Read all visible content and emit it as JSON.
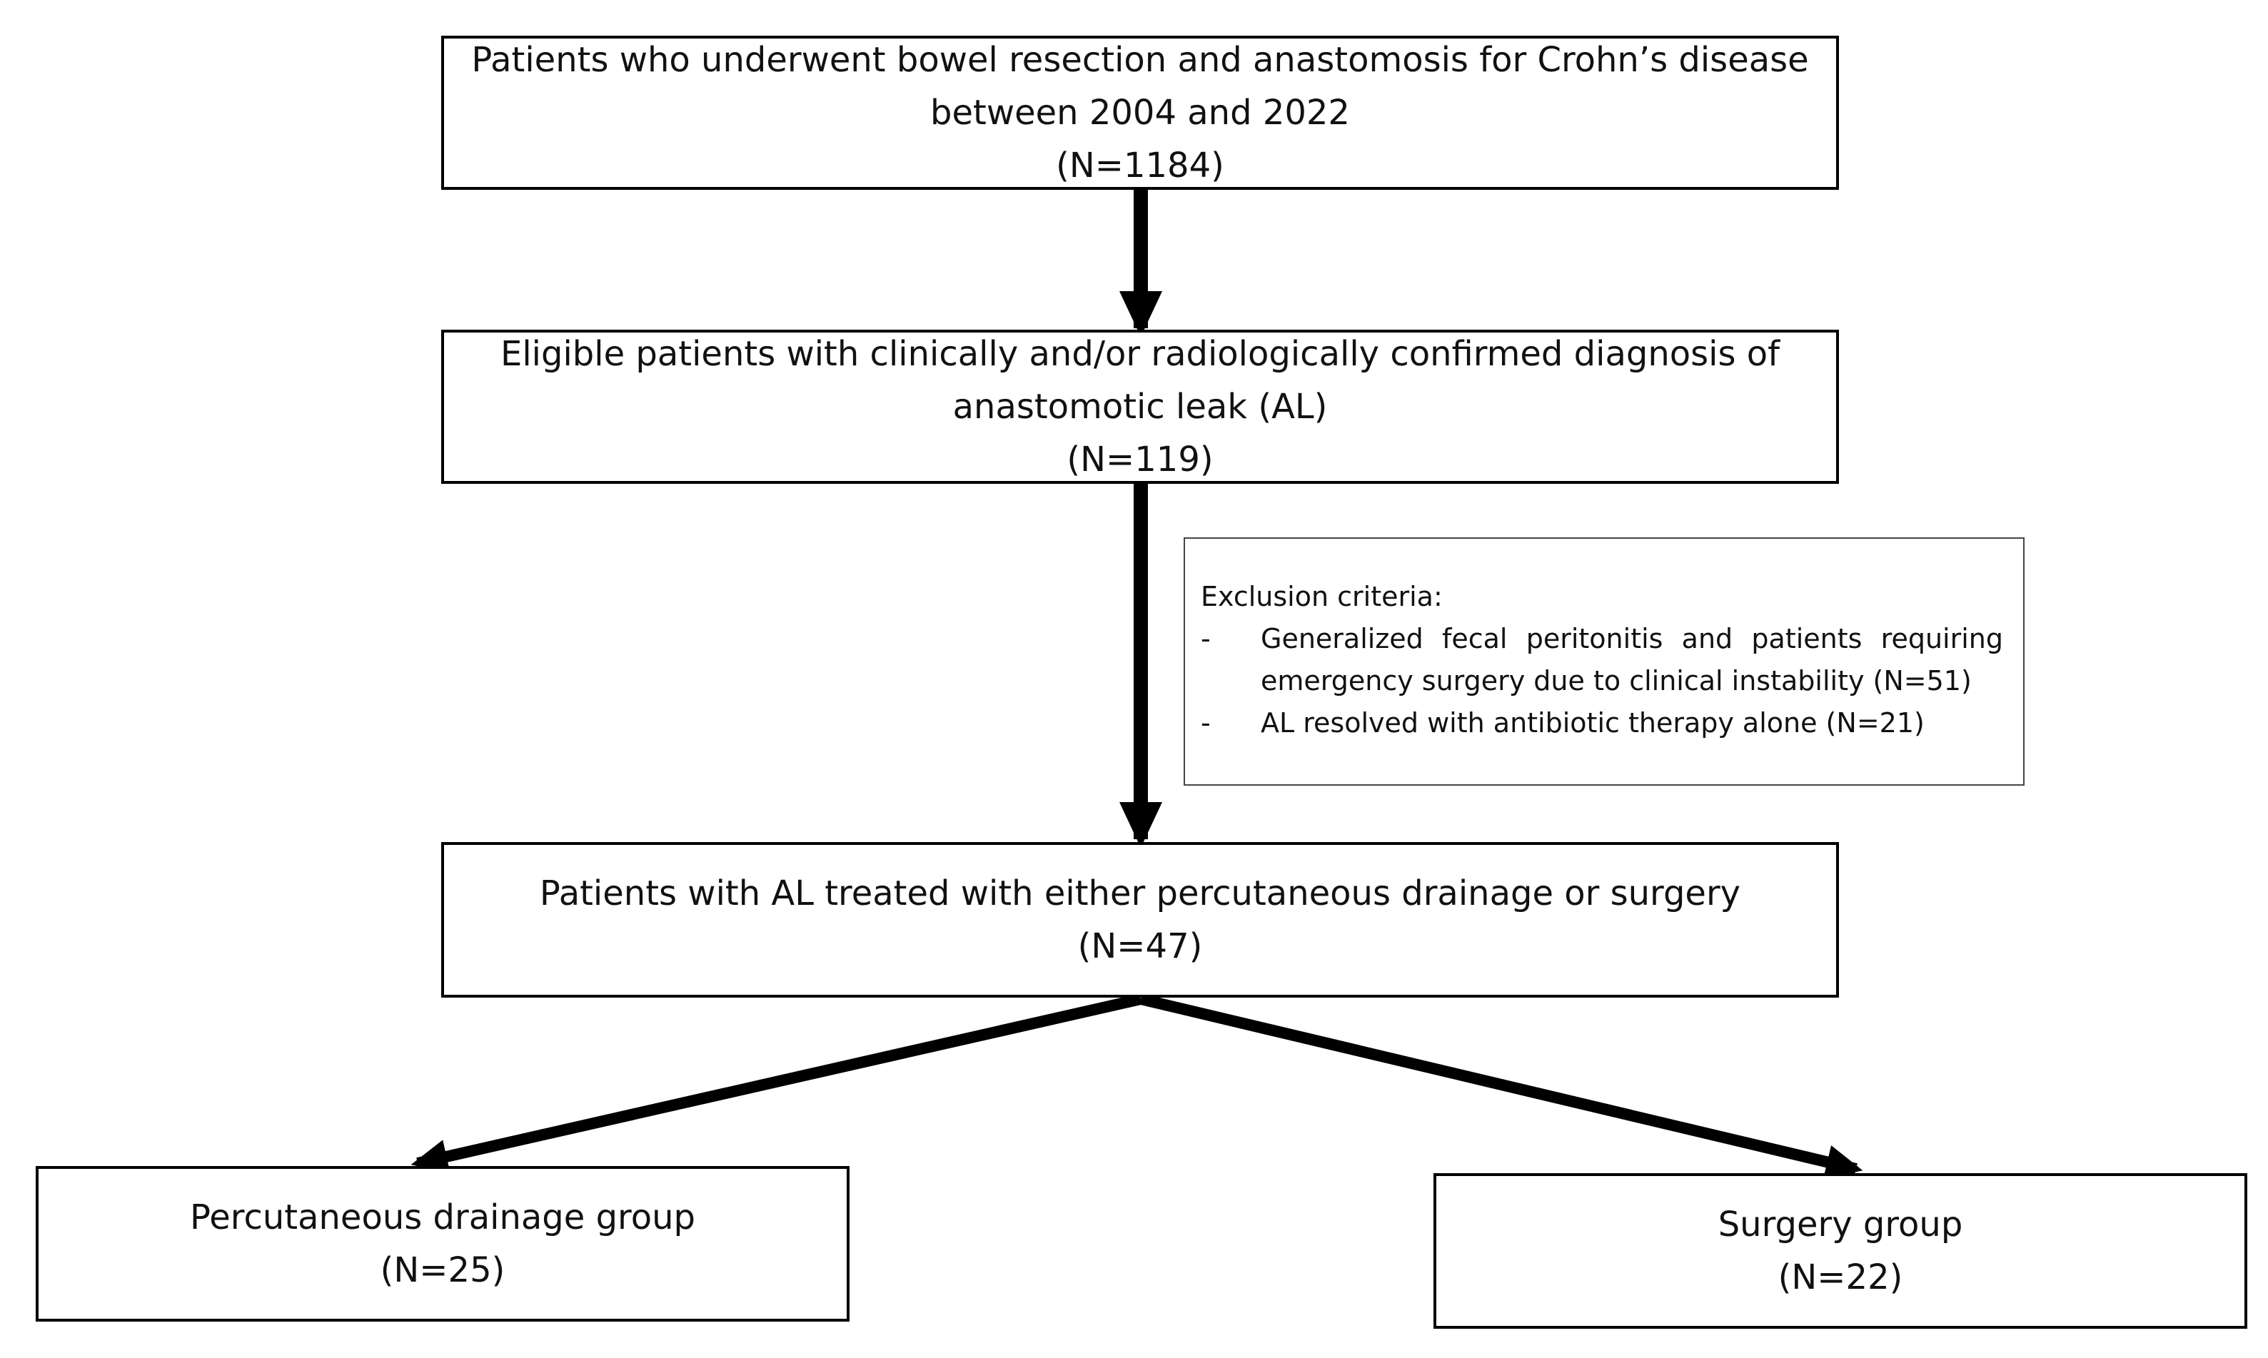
{
  "boxes": {
    "initial": {
      "line1": "Patients who underwent bowel resection and anastomosis for Crohn’s disease",
      "line2": "between 2004 and 2022",
      "count": "(N=1184)"
    },
    "eligible": {
      "line1": "Eligible patients with clinically and/or radiologically confirmed diagnosis of",
      "line2": "anastomotic leak (AL)",
      "count": "(N=119)"
    },
    "treated": {
      "line1": "Patients with AL treated with either percutaneous drainage or surgery",
      "count": "(N=47)"
    },
    "drainage": {
      "label": "Percutaneous drainage group",
      "count": "(N=25)"
    },
    "surgery": {
      "label": "Surgery group",
      "count": "(N=22)"
    }
  },
  "exclusion": {
    "title": "Exclusion criteria:",
    "items": [
      {
        "bullet": "-",
        "text": "Generalized fecal peritonitis and patients requiring emergency surgery due to clinical instability (N=51)"
      },
      {
        "bullet": "-",
        "text": "AL resolved with antibiotic therapy alone (N=21)"
      }
    ]
  },
  "colors": {
    "border": "#000000",
    "arrow": "#000000",
    "exclusion_border": "#444444",
    "text": "#111111"
  }
}
